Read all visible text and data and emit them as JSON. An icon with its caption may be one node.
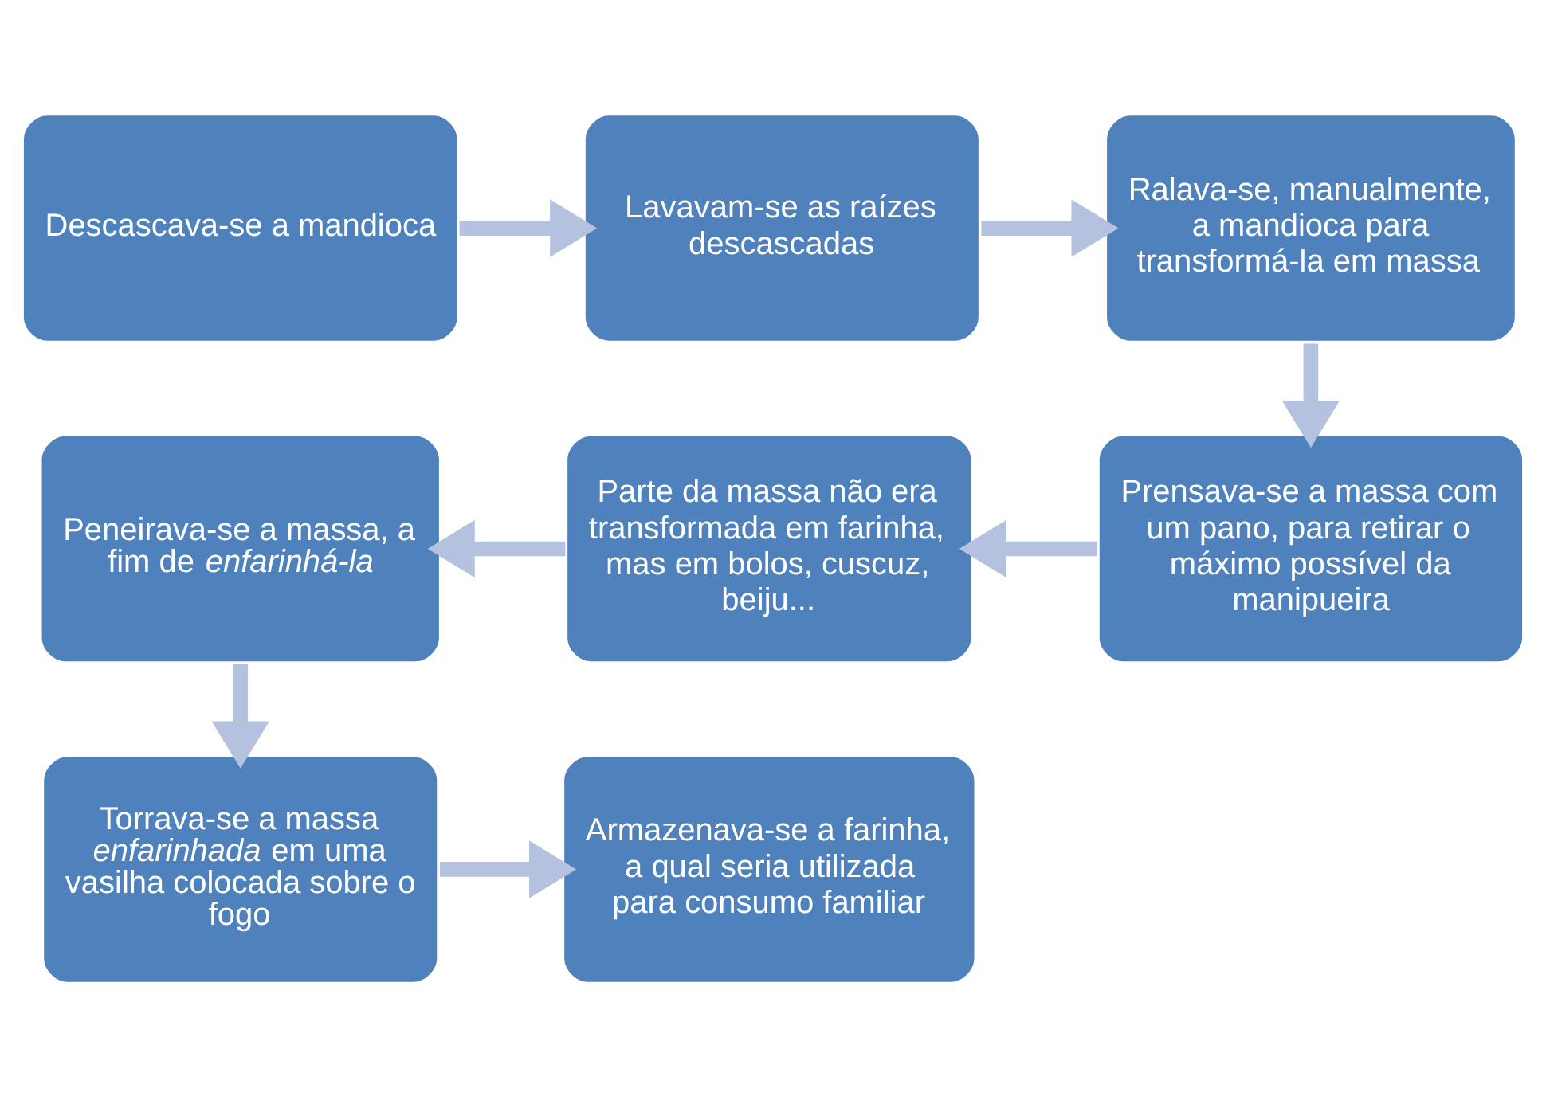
{
  "diagram": {
    "nodes": [
      {
        "text": [
          "Descascava-se a mandioca"
        ]
      },
      {
        "text": [
          "Lavavam-se as raízes descascadas"
        ]
      },
      {
        "text": [
          "Ralava-se, manualmente, a mandioca para transformá-la em massa"
        ]
      },
      {
        "text": [
          "Peneirava-se a massa, a fim de *enfarinhá-la*"
        ]
      },
      {
        "text": [
          "Parte da massa não era transformada em farinha, mas em bolos, cuscuz, beiju..."
        ]
      },
      {
        "text": [
          "Prensava-se a massa com um pano, para retirar o máximo possível da manipueira"
        ]
      },
      {
        "text": [
          "Torrava-se a massa *enfarinhada* em uma vasilha colocada sobre o fogo"
        ]
      },
      {
        "text": [
          "Armazenava-se a farinha, a qual seria utilizada para consumo familiar"
        ]
      }
    ],
    "edges": [
      {
        "from": 0,
        "to": 1,
        "arrow": "to"
      },
      {
        "from": 1,
        "to": 2,
        "arrow": "to"
      },
      {
        "from": 2,
        "to": 5,
        "arrow": "to"
      },
      {
        "from": 5,
        "to": 4,
        "arrow": "to"
      },
      {
        "from": 4,
        "to": 3,
        "arrow": "to"
      },
      {
        "from": 3,
        "to": 6,
        "arrow": "to"
      },
      {
        "from": 6,
        "to": 7,
        "arrow": "to"
      }
    ]
  }
}
